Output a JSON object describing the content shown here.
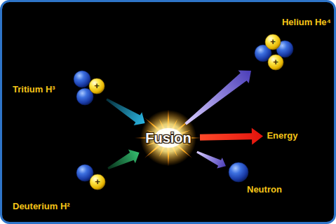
{
  "diagram": {
    "nodes": [
      {
        "text": [
          "Tritium H³"
        ]
      },
      {
        "text": [
          "Deuterium H²"
        ]
      },
      {
        "text": [
          "Fusion"
        ]
      },
      {
        "text": [
          "Helium He⁴"
        ]
      },
      {
        "text": [
          "Energy"
        ]
      },
      {
        "text": [
          "Neutron"
        ]
      }
    ],
    "edges": [
      {
        "from": 0,
        "to": 2,
        "arrow": "to"
      },
      {
        "from": 1,
        "to": 2,
        "arrow": "to"
      },
      {
        "from": 2,
        "to": 3,
        "arrow": "to"
      },
      {
        "from": 2,
        "to": 4,
        "arrow": "to"
      },
      {
        "from": 2,
        "to": 5,
        "arrow": "to"
      }
    ],
    "labels": [
      "+",
      "+",
      "+",
      "+"
    ]
  }
}
